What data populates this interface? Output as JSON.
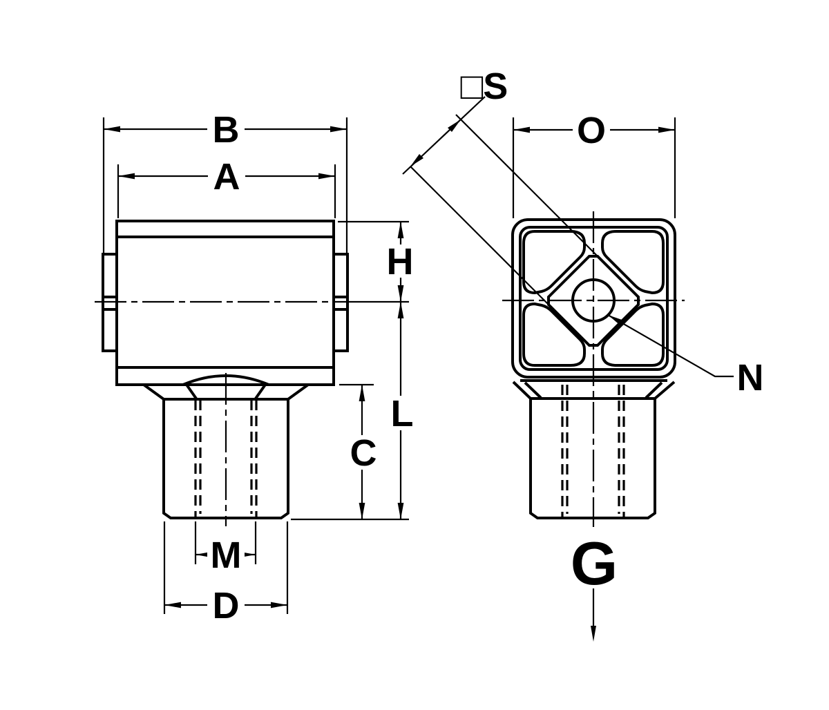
{
  "colors": {
    "background": "#ffffff",
    "line": "#000000"
  },
  "front_view": {
    "labels": {
      "overall_width": "B",
      "body_width": "A",
      "head_height": "H",
      "lower_length": "L",
      "stem_length": "C",
      "thread_size": "M",
      "stem_diameter": "D"
    }
  },
  "side_view": {
    "labels": {
      "head_width": "O",
      "square_drive_size": "□S",
      "center_hole": "N",
      "thread_axis": "G"
    }
  }
}
